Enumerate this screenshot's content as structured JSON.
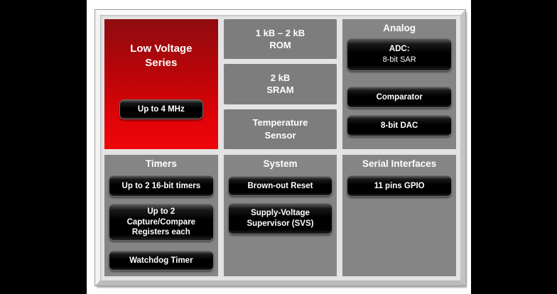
{
  "low_voltage": {
    "title_line1": "Low Voltage",
    "title_line2": "Series",
    "button": "Up to 4 MHz"
  },
  "memory": {
    "rom": {
      "line1": "1 kB – 2 kB",
      "line2": "ROM"
    },
    "sram": {
      "line1": "2 kB",
      "line2": "SRAM"
    },
    "temperature": {
      "line1": "Temperature",
      "line2": "Sensor"
    }
  },
  "analog": {
    "title": "Analog",
    "adc_line1": "ADC:",
    "adc_line2": "8-bit SAR",
    "comparator": "Comparator",
    "dac": "8-bit DAC"
  },
  "timers": {
    "title": "Timers",
    "timer_count": "Up to 2 16-bit timers",
    "capture_line1": "Up to 2",
    "capture_line2": "Capture/Compare",
    "capture_line3": "Registers each",
    "watchdog": "Watchdog Timer"
  },
  "system": {
    "title": "System",
    "brownout": "Brown-out Reset",
    "svs_line1": "Supply-Voltage",
    "svs_line2": "Supervisor (SVS)"
  },
  "serial": {
    "title": "Serial Interfaces",
    "gpio": "11 pins GPIO"
  },
  "colors": {
    "series_red_top": "#8e0c10",
    "series_red_bottom": "#ef060b",
    "panel_gray": "#858585",
    "memory_gray": "#7d7d7d",
    "button_black": "#000000",
    "frame_gray": "#e3e3e3",
    "letterbox_black": "#000000"
  }
}
